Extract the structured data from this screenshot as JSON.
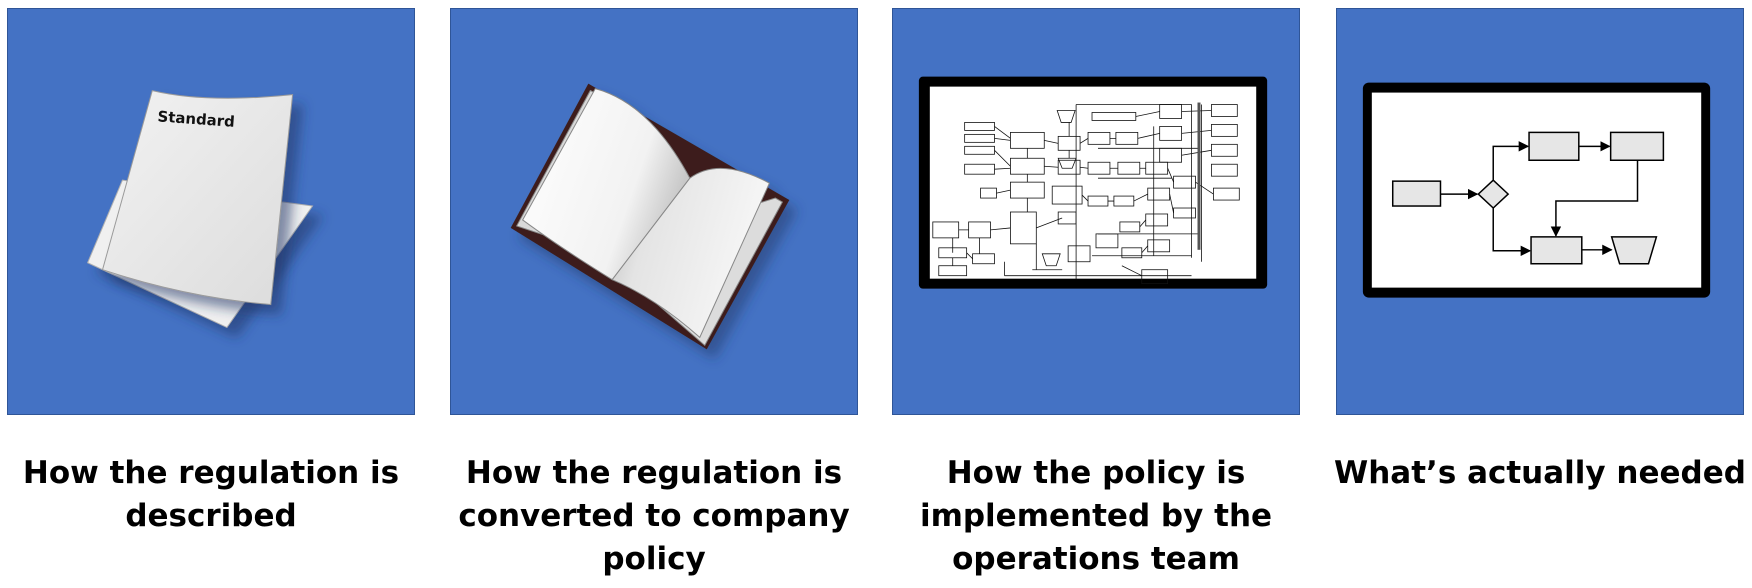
{
  "panels": [
    {
      "id": "regulation",
      "image": "paper-documents-icon",
      "document_label": "Standard",
      "caption": "How the regulation is described"
    },
    {
      "id": "policy",
      "image": "open-book-icon",
      "caption": "How the regulation is converted to company policy"
    },
    {
      "id": "operations",
      "image": "complex-flowchart-icon",
      "caption": "How the policy is implemented by the operations team"
    },
    {
      "id": "needed",
      "image": "simple-flowchart-icon",
      "caption": "What’s actually needed"
    }
  ],
  "colors": {
    "panel_bg": "#4472c4",
    "panel_border": "#2f5597",
    "box_fill": "#e6e6e6"
  }
}
